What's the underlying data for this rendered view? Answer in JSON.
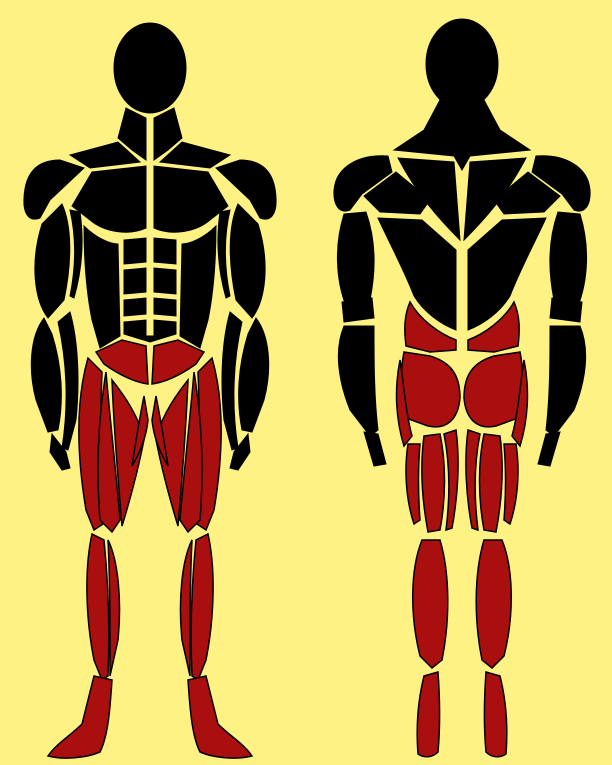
{
  "colors": {
    "background": "#FEF284",
    "inactive_muscle": "#000000",
    "active_muscle": "#A90F0F",
    "outline": "#000000"
  },
  "views": [
    {
      "id": "front-view",
      "highlighted_groups": [
        "hip-flexors",
        "quadriceps",
        "adductors",
        "tibialis-anterior",
        "calves",
        "feet"
      ]
    },
    {
      "id": "back-view",
      "highlighted_groups": [
        "lower-back",
        "gluteus",
        "hamstrings",
        "calves",
        "achilles"
      ]
    }
  ]
}
